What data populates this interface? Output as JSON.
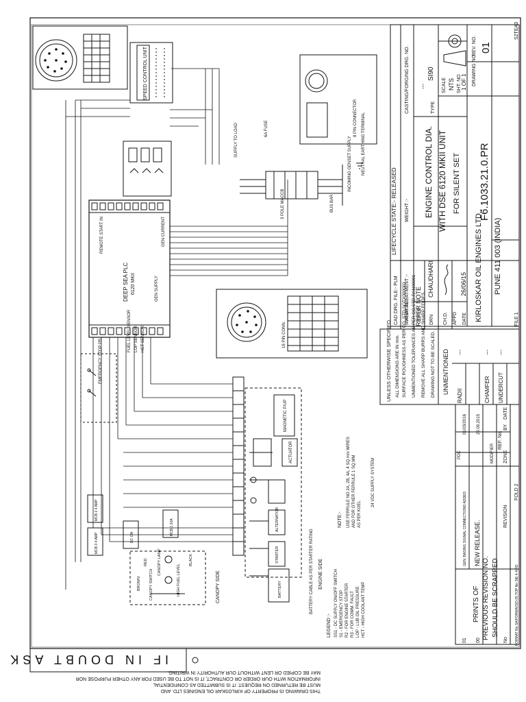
{
  "title_block": {
    "title_label": "TITLE",
    "title_line1": "ENGINE CONTROL DIA.",
    "title_line2": "WITH DSE 6120 MKII UNIT",
    "title_line3": "FOR SILENT SET",
    "lifecycle": "LIFECYCLE STATE:- RELEASED",
    "company": "KIRLOSKAR OIL ENGINES LTD.,",
    "address": "PUNE 411 003 (INDIA)",
    "drawing_no_label": "DRAWING NO.",
    "drawing_no": "F6.1033.21.0.PR",
    "rev_no_label": "REV. NO.",
    "rev_no": "01",
    "casting_label": "CASTING/FORGING DRG. NO.",
    "casting_value": "---",
    "type_label": "TYPE",
    "type_value": "SI90",
    "scale_label": "SCALE",
    "scale_value": "NTS",
    "sheet_label": "SHT. NO",
    "sheet_value": "1 OF 1",
    "weight_label": "WEIGHT :-",
    "heat_label": "HEAT TREATMENT :-",
    "cad_label": "CAD DRG. FILE:- PLM",
    "material_label": "MATERIAL :-",
    "material_value": "REFER NOTE",
    "drn_label": "DRN",
    "drn_value": "CHAUDHARI",
    "chd_label": "CH.D.",
    "appd_label": "APPD",
    "date_label": "DATE",
    "date_value": "26/06/15",
    "sheet_code": "S2TEA3",
    "file_label": "FILE 1"
  },
  "notes_block": {
    "heading": "UNLESS OTHERWISE SPECIFIED",
    "items": [
      "ALL DIMENSIONS ARE IN mm.",
      "SURFACE ROUGHNESS AS PER CO. STD.SOTX000001",
      "UNMENTIONED TOLERANCES AS PER CO.STD.RAN00001",
      "REMOVE ALL SHARP BURRS AND SHARP EDGES.",
      "DRAWING NOT TO BE SCALED."
    ],
    "unmentioned": "UNMENTIONED",
    "radii": "RADII",
    "chamfer": "CHAMFER",
    "undercut": "UNDERCUT",
    "dash": "---"
  },
  "revision_block": {
    "header": [
      "No",
      "REVISION",
      "ZONE",
      "MODIFIER",
      "REF. No.",
      "BY",
      "DATE"
    ],
    "rows": [
      {
        "no": "01",
        "desc": "GEN. BASING SIGNAL CONNECTIONS ADDED",
        "date": "01/03/2016"
      },
      {
        "no": "00",
        "desc": "NEW RELEASE.",
        "date": "29.09.2015"
      }
    ],
    "pdc": "PDC",
    "fold": "FOLD 2",
    "prints_line1": "PRINTS OF",
    "prints_line2": "PREVIOUS REVISION NO.",
    "prints_line3": "SHOULD BE SCRAPPED"
  },
  "legal_text": [
    "THIS DRAWING IS PROPERTY OF KIRLOSKAR OIL ENGINES LTD. AND",
    "MUST BE RETURNED ON REQUEST. IT IS SUBMITTED AS CONFIDENTIAL",
    "INFORMATION WITH OUR ORDER OR CONTRACT, IT IS NOT TO BE USED FOR ANY OTHER PURPOSE NOR",
    "MAY BE COPIED OR LENT WITHOUT OUR AUTHORITY IN WRITING."
  ],
  "doubt_text": "IF IN DOUBT ASK",
  "format_text": "FORMAT No.SA/FORMA/ISO:05 TOP No SIE 4.4/RD",
  "diagram": {
    "dse_title": "DEEP SEA PLC",
    "dse_model": "6120 MKII",
    "speed_control": "SPEED CONTROL UNIT",
    "legend_heading": "LEGEND :-",
    "legend_items": [
      "SS1 - DC SUPPLY ON/OFF SWITCH",
      "S1 - EMERGENCY STOP",
      "R2 - FOR ENGINE STARTER",
      "R3 - FOR COMM. FAULT",
      "LOP - LUB OIL PRESSURE",
      "HCT - HIGH COOLANT TEMP"
    ],
    "notes_heading": "NOTE:-",
    "notes_items": [
      "USE FERRULE NO 2A, 2B, 4A, 4 SQ.mm WIRES",
      "AND FOR OTHER FERRULE 1 SQ.MM",
      "AS PER KOEL"
    ],
    "dc_supply": "24 VDC SUPPLY SYSTEM",
    "engine_side": "ENGINE SIDE",
    "battery_cable": "BATTERY CABLE AS PER STARTER RATING",
    "battery": "BATTERY",
    "starter": "STARTER",
    "alternator": "ALTERNATOR",
    "actuator": "ACTUATOR",
    "magnetic_pickup": "MAGNETIC P/UP",
    "canopy_side": "CANOPY SIDE",
    "canopy_lamp": "CANOPY LAMP",
    "high_fuel": "HIGH FUEL LEVEL",
    "canopy_switch": "CANOPY SWITCH",
    "red": "RED",
    "brown": "BROWN",
    "black": "BLACK",
    "bus_bar": "BUS BAR",
    "incoming_supply": "INCOMING GENSET SUPPLY",
    "neutral": "NEUTRAL EARTHING TERMINAL",
    "supply_to_load": "SUPPLY TO LOAD",
    "connector_16": "16 PIN CONN.",
    "connector_8": "8 PIN CONNECTOR",
    "remote_start": "REMOTE START IN",
    "fuel_sensor": "FUEL LEVEL SENSOR",
    "lop_sensor": "LOP SENSOR",
    "hct_sensor": "HCT SENSOR",
    "emergency_stop": "EMERGENCY STOP PB",
    "gen_supply": "GEN SUPPLY",
    "gen_current": "GEN CURRENT",
    "pole_mccb": "3 POLE MACCB",
    "fuse": "6A FUSE",
    "mcb_a": "MCB 1 20A",
    "mcb_b": "MCB 2 4 AMP",
    "mcb_c": "MCB 3 4 AMP",
    "dc_on": "DC ON"
  }
}
